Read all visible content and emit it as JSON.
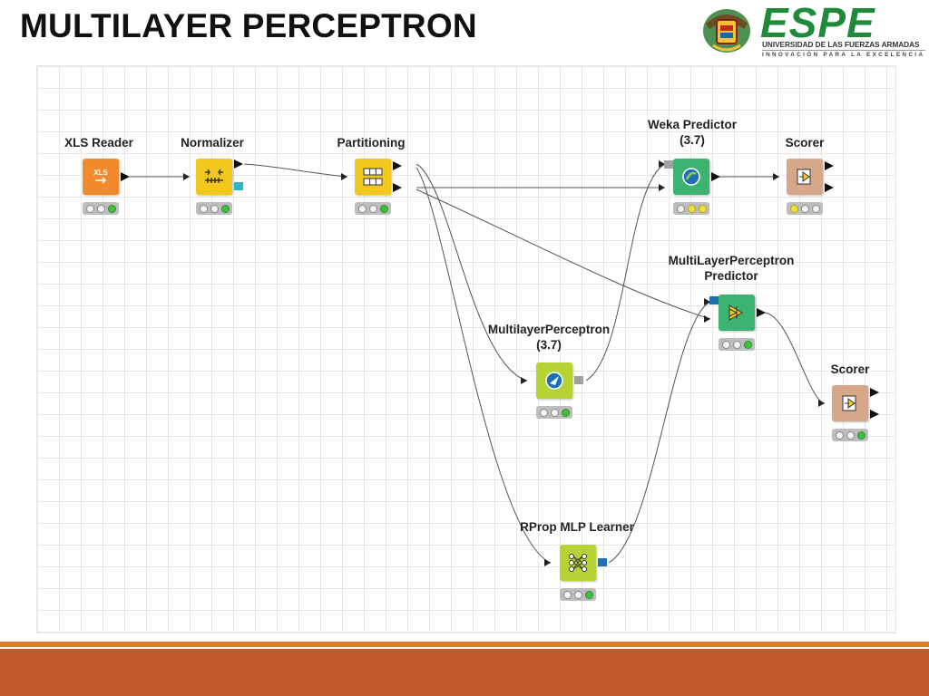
{
  "slide": {
    "title": "MULTILAYER PERCEPTRON"
  },
  "logo": {
    "brand": "ESPE",
    "subtitle": "UNIVERSIDAD DE LAS FUERZAS ARMADAS",
    "tagline": "INNOVACIÓN PARA LA EXCELENCIA",
    "brand_color": "#1f8a3a"
  },
  "workflow": {
    "nodes": [
      {
        "id": "xls-reader",
        "label": "XLS Reader",
        "icon": "xls-file-icon",
        "color": "#f08a2c",
        "status": [
          "idle",
          "idle",
          "green"
        ]
      },
      {
        "id": "normalizer",
        "label": "Normalizer",
        "icon": "normalize-icon",
        "color": "#f2c81e",
        "status": [
          "idle",
          "idle",
          "green"
        ]
      },
      {
        "id": "partitioning",
        "label": "Partitioning",
        "icon": "table-split-icon",
        "color": "#f2c81e",
        "status": [
          "idle",
          "idle",
          "green"
        ]
      },
      {
        "id": "weka-predictor",
        "label": "Weka Predictor\n(3.7)",
        "icon": "weka-predict-icon",
        "color": "#3cb371",
        "status": [
          "idle",
          "yellow",
          "yellow"
        ]
      },
      {
        "id": "scorer-1",
        "label": "Scorer",
        "icon": "scorer-icon",
        "color": "#d6a78a",
        "status": [
          "yellow",
          "idle",
          "idle"
        ]
      },
      {
        "id": "mlp-predictor",
        "label": "MultiLayerPerceptron\nPredictor",
        "icon": "mlp-predict-icon",
        "color": "#3cb371",
        "status": [
          "idle",
          "idle",
          "green"
        ]
      },
      {
        "id": "multilayer-perceptron",
        "label": "MultilayerPerceptron\n(3.7)",
        "icon": "weka-learner-icon",
        "color": "#b5d334",
        "status": [
          "idle",
          "idle",
          "green"
        ]
      },
      {
        "id": "scorer-2",
        "label": "Scorer",
        "icon": "scorer-icon",
        "color": "#d6a78a",
        "status": [
          "idle",
          "idle",
          "green"
        ]
      },
      {
        "id": "rprop-learner",
        "label": "RProp MLP Learner",
        "icon": "neural-net-icon",
        "color": "#b5d334",
        "status": [
          "idle",
          "idle",
          "green"
        ]
      }
    ]
  },
  "colors": {
    "footer": "#c05a2a",
    "footer_line": "#e07c28"
  }
}
